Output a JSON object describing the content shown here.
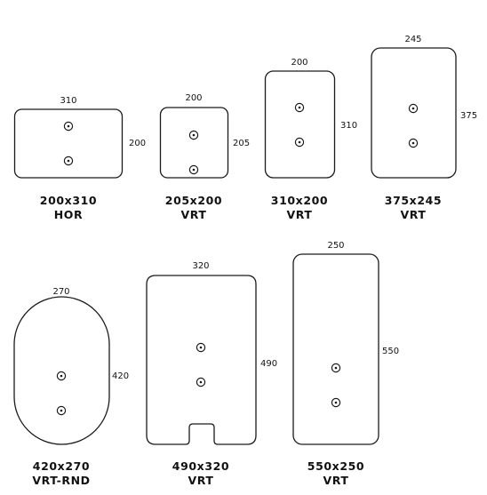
{
  "plates": [
    {
      "id": "200x310",
      "top_dimension": "310",
      "side_dimension": "200",
      "size_label": "200x310",
      "orientation": "HOR",
      "holes": 2
    },
    {
      "id": "205x200",
      "top_dimension": "200",
      "side_dimension": "205",
      "size_label": "205x200",
      "orientation": "VRT",
      "holes": 2
    },
    {
      "id": "310x200",
      "top_dimension": "200",
      "side_dimension": "310",
      "size_label": "310x200",
      "orientation": "VRT",
      "holes": 2
    },
    {
      "id": "375x245",
      "top_dimension": "245",
      "side_dimension": "375",
      "size_label": "375x245",
      "orientation": "VRT",
      "holes": 2
    },
    {
      "id": "420x270",
      "top_dimension": "270",
      "side_dimension": "420",
      "size_label": "420x270",
      "orientation": "VRT-RND",
      "holes": 2
    },
    {
      "id": "490x320",
      "top_dimension": "320",
      "side_dimension": "490",
      "size_label": "490x320",
      "orientation": "VRT",
      "holes": 2
    },
    {
      "id": "550x250",
      "top_dimension": "250",
      "side_dimension": "550",
      "size_label": "550x250",
      "orientation": "VRT",
      "holes": 2
    }
  ],
  "colors": {
    "outline": "#1a1a1a",
    "text": "#111111",
    "background": "#ffffff"
  }
}
